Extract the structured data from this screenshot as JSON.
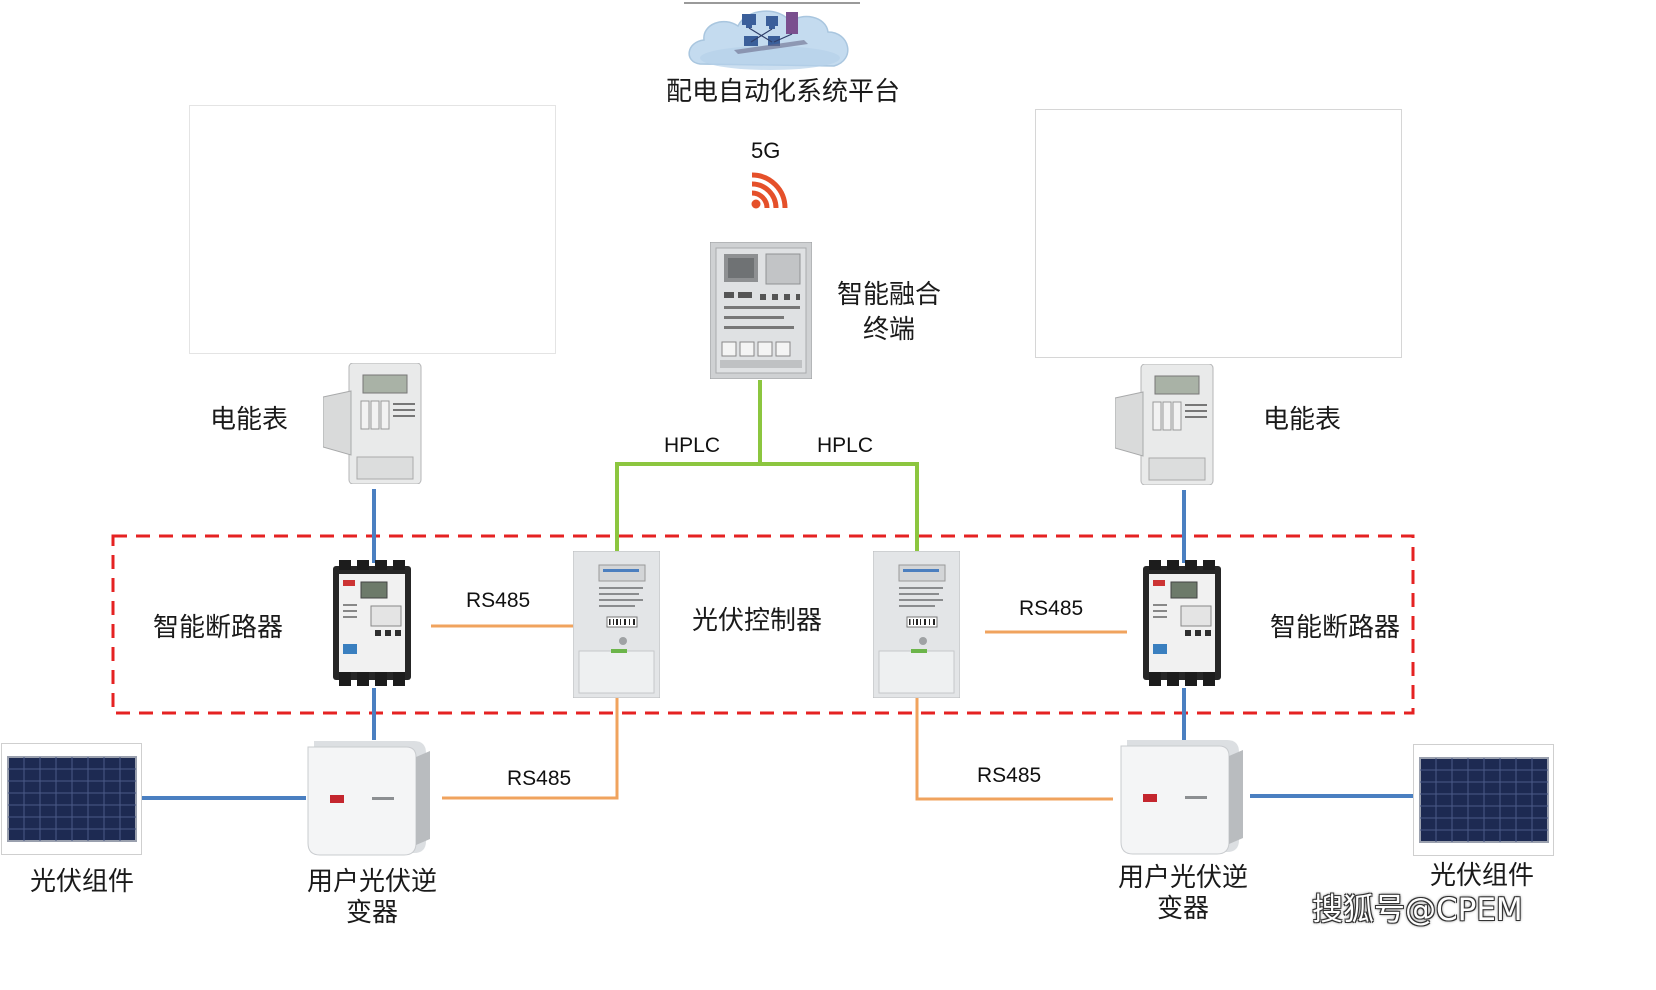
{
  "platform": {
    "label": "配电自动化系统平台",
    "icon": "cloud-network-icon"
  },
  "uplink": {
    "label": "5G",
    "icon": "wireless-signal-icon",
    "color": "#e5502a"
  },
  "terminal": {
    "label_line1": "智能融合",
    "label_line2": "终端"
  },
  "links": {
    "hplc_left": "HPLC",
    "hplc_right": "HPLC",
    "rs485_breaker_left": "RS485",
    "rs485_breaker_right": "RS485",
    "rs485_inverter_left": "RS485",
    "rs485_inverter_right": "RS485"
  },
  "left": {
    "meter_label": "电能表",
    "breaker_label": "智能断路器",
    "pv_module_label": "光伏组件",
    "inverter_label_line1": "用户光伏逆",
    "inverter_label_line2": "变器"
  },
  "right": {
    "meter_label": "电能表",
    "breaker_label": "智能断路器",
    "pv_module_label": "光伏组件",
    "inverter_label_line1": "用户光伏逆",
    "inverter_label_line2": "变器"
  },
  "controller_label": "光伏控制器",
  "watermark": "搜狐号@CPEM",
  "colors": {
    "hplc_line": "#8cc63f",
    "rs485_line": "#f0a35e",
    "power_line": "#4a7fc1",
    "boundary_dash": "#e52222"
  }
}
